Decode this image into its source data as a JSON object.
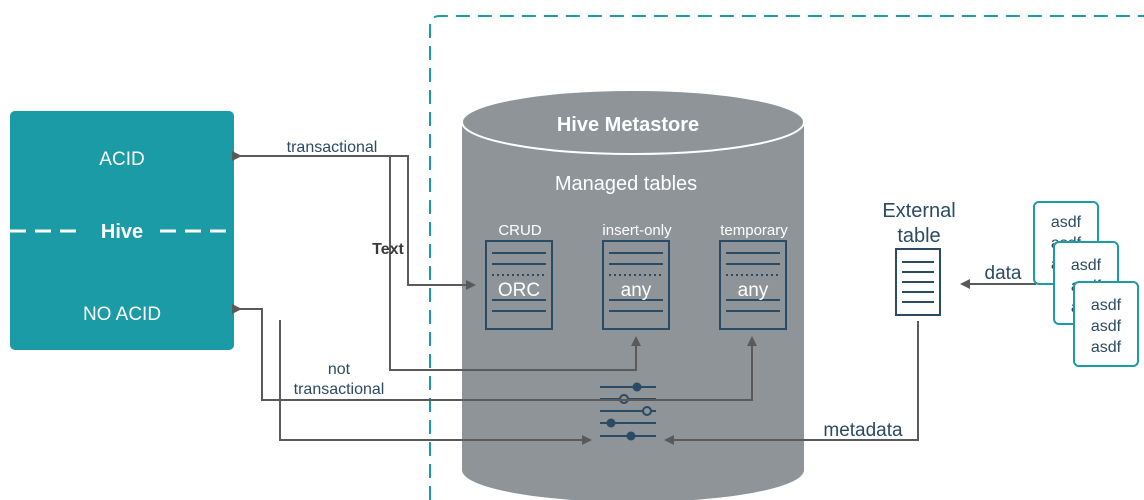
{
  "hive_box": {
    "acid_label": "ACID",
    "hive_label": "Hive",
    "no_acid_label": "NO ACID"
  },
  "metastore": {
    "title": "Hive Metastore",
    "subtitle": "Managed tables",
    "tables": [
      {
        "header": "CRUD",
        "format": "ORC"
      },
      {
        "header": "insert-only",
        "format": "any"
      },
      {
        "header": "temporary",
        "format": "any"
      }
    ]
  },
  "arrows": {
    "transactional": "transactional",
    "text": "Text",
    "not": "not",
    "not_transactional": "transactional",
    "data": "data",
    "metadata": "metadata"
  },
  "external": {
    "line1": "External",
    "line2": "table"
  },
  "files": [
    {
      "lines": [
        "asdf",
        "asdf",
        "asdf"
      ]
    },
    {
      "lines": [
        "asdf",
        "asdf",
        "asdf"
      ]
    },
    {
      "lines": [
        "asdf",
        "asdf",
        "asdf"
      ]
    }
  ],
  "colors": {
    "teal": "#1a9ba5",
    "gray_cylinder": "#8e9498",
    "navy": "#2b4a63",
    "arrow": "#5a5a5a",
    "dashed_border": "#1a9ba5"
  }
}
